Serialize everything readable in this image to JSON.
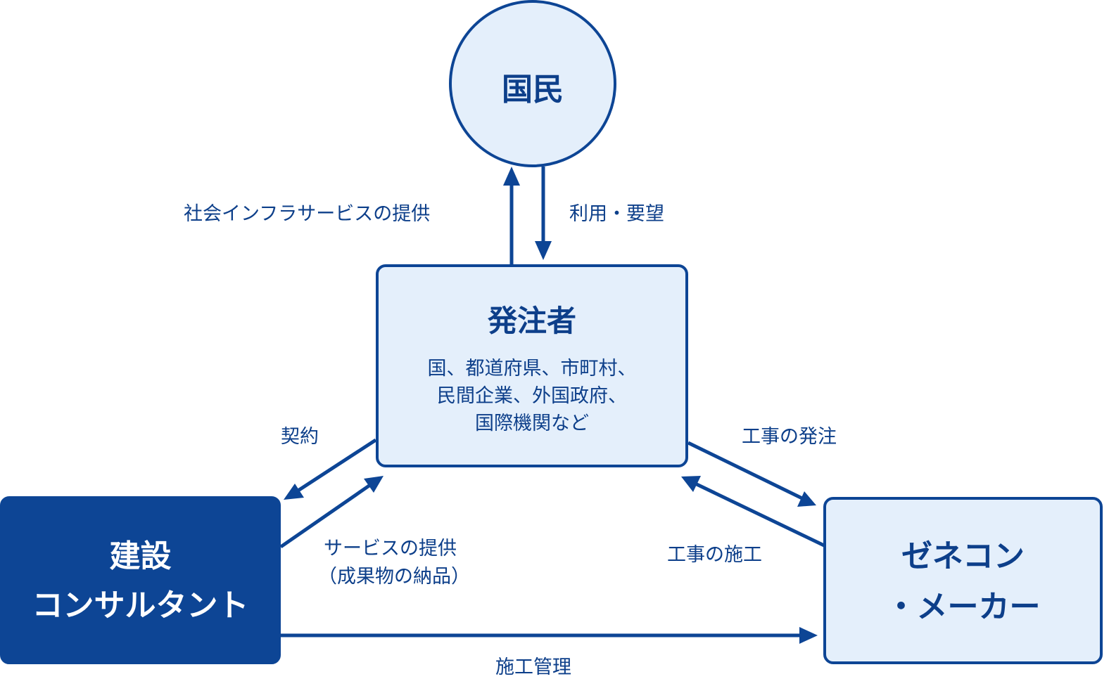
{
  "nodes": {
    "kokumin": {
      "title": "国民"
    },
    "hacchusha": {
      "title": "発注者",
      "desc_lines": [
        "国、都道府県、市町村、",
        "民間企業、外国政府、",
        "国際機関など"
      ]
    },
    "consultant": {
      "title_lines": [
        "建設",
        "コンサルタント"
      ]
    },
    "genecon": {
      "title_lines": [
        "ゼネコン",
        "・メーカー"
      ]
    }
  },
  "edges": {
    "infra_service": "社会インフラサービスの提供",
    "riyou_youbou": "利用・要望",
    "keiyaku": "契約",
    "service_teikyo_lines": [
      "サービスの提供",
      "（成果物の納品）"
    ],
    "kouji_hacchu": "工事の発注",
    "kouji_seko": "工事の施工",
    "seko_kanri": "施工管理"
  },
  "colors": {
    "primary": "#0d4595",
    "light_fill": "#e4effb",
    "stroke": "#0d4595",
    "text": "#0d3f8a",
    "white": "#ffffff"
  }
}
